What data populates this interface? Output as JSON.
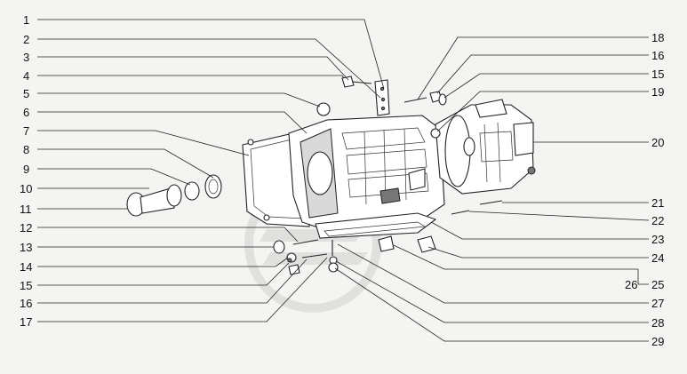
{
  "diagram": {
    "callouts_left": [
      "1",
      "2",
      "3",
      "4",
      "5",
      "6",
      "7",
      "8",
      "9",
      "10",
      "11",
      "12",
      "13",
      "14",
      "15",
      "16",
      "17"
    ],
    "callouts_right": [
      "18",
      "16",
      "15",
      "19",
      "20",
      "21",
      "22",
      "23",
      "24",
      "25",
      "26",
      "27",
      "28",
      "29"
    ]
  }
}
